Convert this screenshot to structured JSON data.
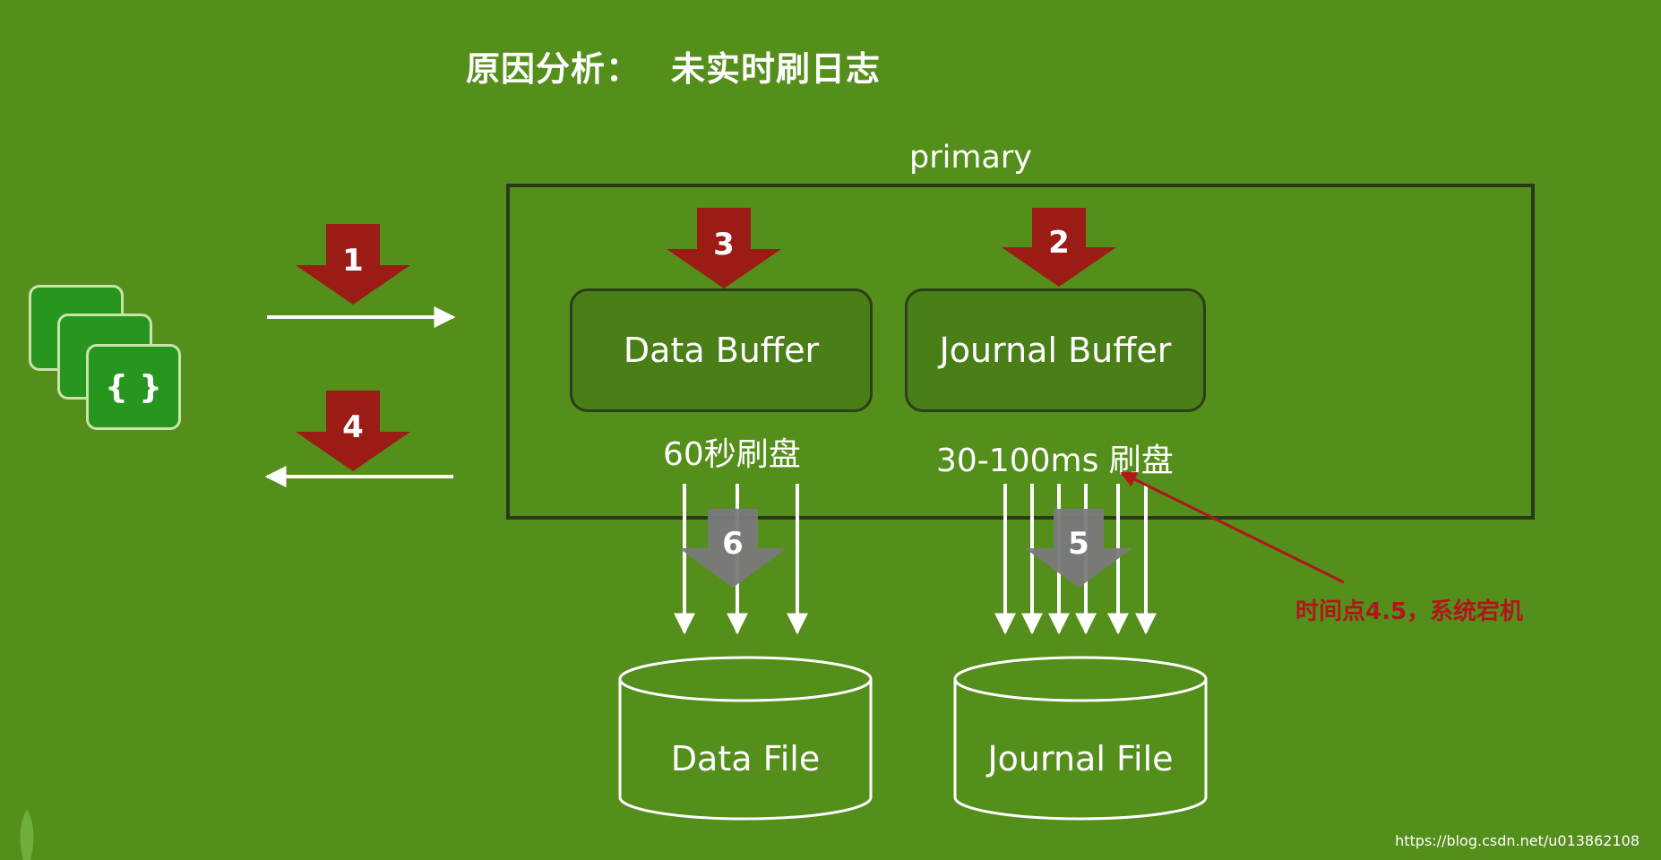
{
  "title": {
    "part1": "原因分析：",
    "part2": "未实时刷日志"
  },
  "diagram": {
    "primary_label": "primary",
    "client_icon_label": "{ }",
    "data_buffer_label": "Data Buffer",
    "journal_buffer_label": "Journal Buffer",
    "data_flush_label": "60秒刷盘",
    "journal_flush_label": "30-100ms 刷盘",
    "data_file_label": "Data File",
    "journal_file_label": "Journal File",
    "annotation": "时间点4.5，系统宕机",
    "steps": {
      "s1": "1",
      "s2": "2",
      "s3": "3",
      "s4": "4",
      "s5": "5",
      "s6": "6"
    }
  },
  "watermark": "https://blog.csdn.net/u013862108",
  "colors": {
    "background": "#548e1b",
    "step_arrow": "#9b1b15",
    "flush_arrow": "#7a7a7a",
    "annotation": "#b0161a",
    "white": "#ffffff"
  }
}
